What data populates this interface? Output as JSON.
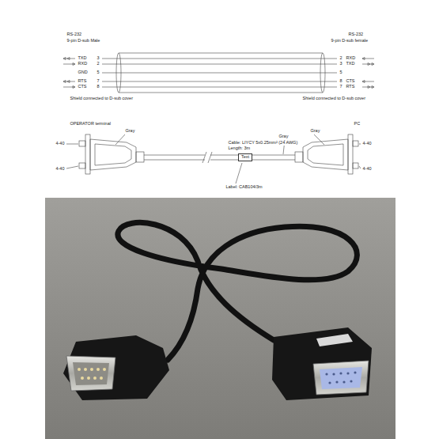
{
  "diagram": {
    "nodes": [
      {
        "text": [
          "Text"
        ]
      }
    ],
    "labels": [
      "RS-232",
      "9-pin D-sub Male",
      "RS-232",
      "9-pin D-sub female",
      "TXD",
      "3",
      "RXD",
      "2",
      "GND",
      "5",
      "RTS",
      "7",
      "CTS",
      "8",
      "2",
      "RXD",
      "3",
      "TXD",
      "5",
      "8",
      "CTS",
      "7",
      "RTS",
      "Shield connected to D-sub cover",
      "Shield connected to D-sub cover",
      "OPERATOR terminal",
      "PC",
      "Gray",
      "4-40",
      "4-40",
      "Cable: LIYCY 5x0.25mm² (24 AWG)",
      "Length: 3m",
      "Gray",
      "Gray",
      "4-40",
      "4-40",
      "Label: CAB104/3m"
    ]
  }
}
